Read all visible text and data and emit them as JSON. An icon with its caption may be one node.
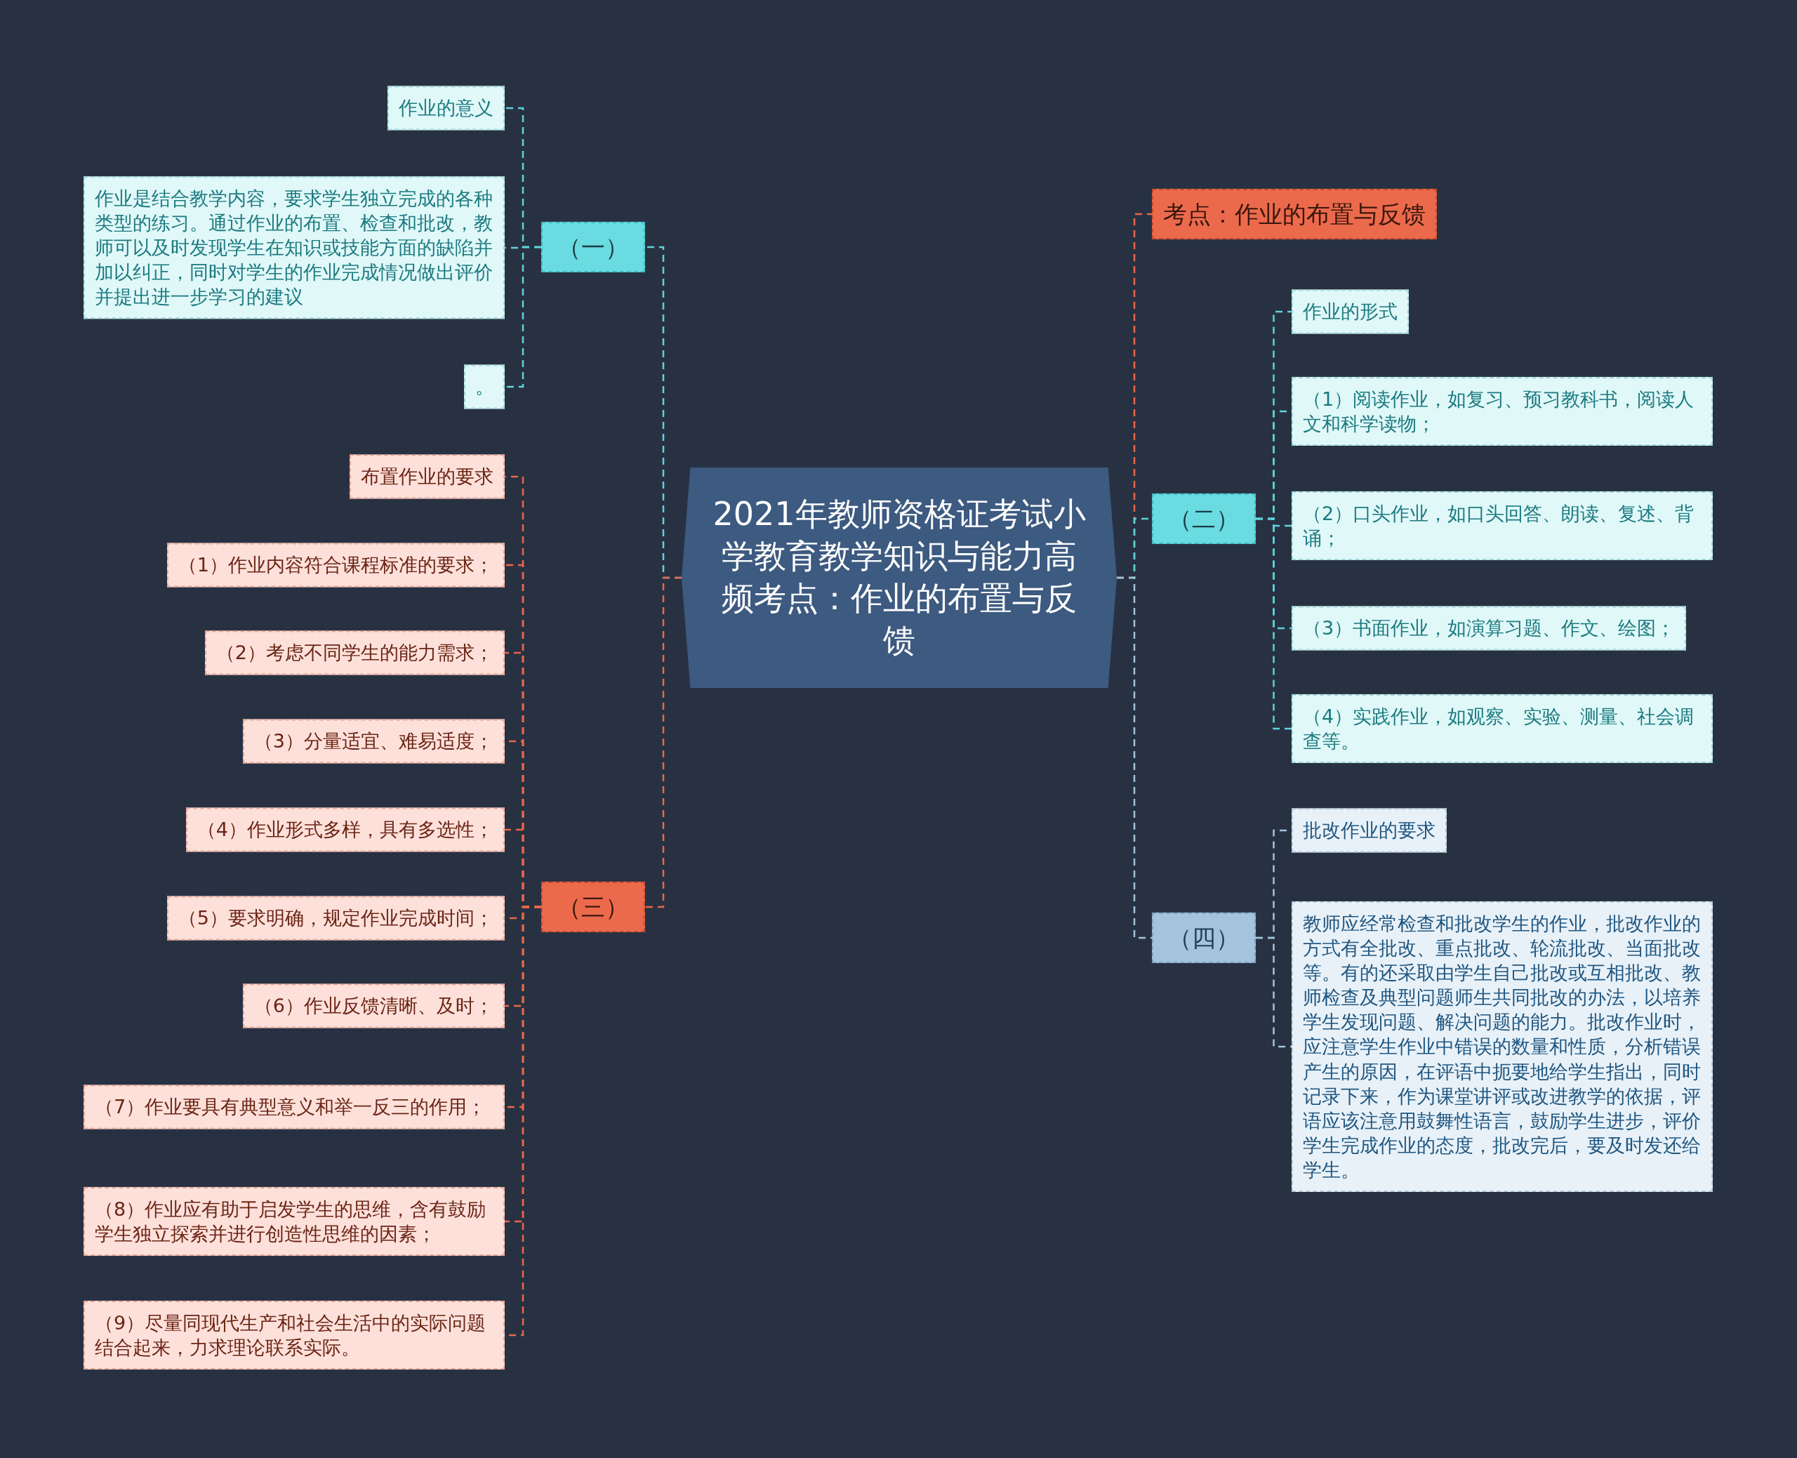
{
  "diagram": {
    "nodes": [
      {
        "text": [
          "2021年教师资格证考试小学教育教学知识与能力高频考点：作业的布置与反馈"
        ]
      },
      {
        "text": [
          "（一）"
        ]
      },
      {
        "text": [
          "作业的意义"
        ]
      },
      {
        "text": [
          "作业是结合教学内容，要求学生独立完成的各种类型的练习。通过作业的布置、检查和批改，教师可以及时发现学生在知识或技能方面的缺陷并加以纠正，同时对学生的作业完成情况做出评价并提出进一步学习的建议"
        ]
      },
      {
        "text": [
          "。"
        ]
      },
      {
        "text": [
          "（三）"
        ]
      },
      {
        "text": [
          "布置作业的要求"
        ]
      },
      {
        "text": [
          "（1）作业内容符合课程标准的要求；"
        ]
      },
      {
        "text": [
          "（2）考虑不同学生的能力需求；"
        ]
      },
      {
        "text": [
          "（3）分量适宜、难易适度；"
        ]
      },
      {
        "text": [
          "（4）作业形式多样，具有多选性；"
        ]
      },
      {
        "text": [
          "（5）要求明确，规定作业完成时间；"
        ]
      },
      {
        "text": [
          "（6）作业反馈清晰、及时；"
        ]
      },
      {
        "text": [
          "（7）作业要具有典型意义和举一反三的作用；"
        ]
      },
      {
        "text": [
          "（8）作业应有助于启发学生的思维，含有鼓励学生独立探索并进行创造性思维的因素；"
        ]
      },
      {
        "text": [
          "（9）尽量同现代生产和社会生活中的实际问题结合起来，力求理论联系实际。"
        ]
      },
      {
        "text": [
          "考点：作业的布置与反馈"
        ]
      },
      {
        "text": [
          "（二）"
        ]
      },
      {
        "text": [
          "作业的形式"
        ]
      },
      {
        "text": [
          "（1）阅读作业，如复习、预习教科书，阅读人文和科学读物；"
        ]
      },
      {
        "text": [
          "（2）口头作业，如口头回答、朗读、复述、背诵；"
        ]
      },
      {
        "text": [
          "（3）书面作业，如演算习题、作文、绘图；"
        ]
      },
      {
        "text": [
          "（4）实践作业，如观察、实验、测量、社会调查等。"
        ]
      },
      {
        "text": [
          "（四）"
        ]
      },
      {
        "text": [
          "批改作业的要求"
        ]
      },
      {
        "text": [
          "教师应经常检查和批改学生的作业，批改作业的方式有全批改、重点批改、轮流批改、当面批改等。有的还采取由学生自己批改或互相批改、教师检查及典型问题师生共同批改的办法，以培养学生发现问题、解决问题的能力。批改作业时，应注意学生作业中错误的数量和性质，分析错误产生的原因，在评语中扼要地给学生指出，同时记录下来，作为课堂讲评或改进教学的依据，评语应该注意用鼓舞性语言，鼓励学生进步，评价学生完成作业的态度，批改完后，要及时发还给学生。"
        ]
      }
    ],
    "edges": [
      {
        "from": 0,
        "to": 1,
        "arrow": "none",
        "style": "dashed",
        "color": "#5fd3d9"
      },
      {
        "from": 1,
        "to": 2,
        "arrow": "none",
        "style": "dashed",
        "color": "#5fd3d9"
      },
      {
        "from": 1,
        "to": 3,
        "arrow": "none",
        "style": "dashed",
        "color": "#5fd3d9"
      },
      {
        "from": 1,
        "to": 4,
        "arrow": "none",
        "style": "dashed",
        "color": "#5fd3d9"
      },
      {
        "from": 0,
        "to": 5,
        "arrow": "none",
        "style": "dashed",
        "color": "#e8684a"
      },
      {
        "from": 5,
        "to": 6,
        "arrow": "none",
        "style": "dashed",
        "color": "#e8684a"
      },
      {
        "from": 5,
        "to": 7,
        "arrow": "none",
        "style": "dashed",
        "color": "#e8684a"
      },
      {
        "from": 5,
        "to": 8,
        "arrow": "none",
        "style": "dashed",
        "color": "#e8684a"
      },
      {
        "from": 5,
        "to": 9,
        "arrow": "none",
        "style": "dashed",
        "color": "#e8684a"
      },
      {
        "from": 5,
        "to": 10,
        "arrow": "none",
        "style": "dashed",
        "color": "#e8684a"
      },
      {
        "from": 5,
        "to": 11,
        "arrow": "none",
        "style": "dashed",
        "color": "#e8684a"
      },
      {
        "from": 5,
        "to": 12,
        "arrow": "none",
        "style": "dashed",
        "color": "#e8684a"
      },
      {
        "from": 5,
        "to": 13,
        "arrow": "none",
        "style": "dashed",
        "color": "#e8684a"
      },
      {
        "from": 5,
        "to": 14,
        "arrow": "none",
        "style": "dashed",
        "color": "#e8684a"
      },
      {
        "from": 5,
        "to": 15,
        "arrow": "none",
        "style": "dashed",
        "color": "#e8684a"
      },
      {
        "from": 0,
        "to": 16,
        "arrow": "none",
        "style": "dashed",
        "color": "#e8684a"
      },
      {
        "from": 0,
        "to": 17,
        "arrow": "none",
        "style": "dashed",
        "color": "#5fd3d9"
      },
      {
        "from": 17,
        "to": 18,
        "arrow": "none",
        "style": "dashed",
        "color": "#5fd3d9"
      },
      {
        "from": 17,
        "to": 19,
        "arrow": "none",
        "style": "dashed",
        "color": "#5fd3d9"
      },
      {
        "from": 17,
        "to": 20,
        "arrow": "none",
        "style": "dashed",
        "color": "#5fd3d9"
      },
      {
        "from": 17,
        "to": 21,
        "arrow": "none",
        "style": "dashed",
        "color": "#5fd3d9"
      },
      {
        "from": 17,
        "to": 22,
        "arrow": "none",
        "style": "dashed",
        "color": "#5fd3d9"
      },
      {
        "from": 0,
        "to": 23,
        "arrow": "none",
        "style": "dashed",
        "color": "#a3c4dc"
      },
      {
        "from": 23,
        "to": 24,
        "arrow": "none",
        "style": "dashed",
        "color": "#a3c4dc"
      },
      {
        "from": 23,
        "to": 25,
        "arrow": "none",
        "style": "dashed",
        "color": "#a3c4dc"
      }
    ]
  }
}
